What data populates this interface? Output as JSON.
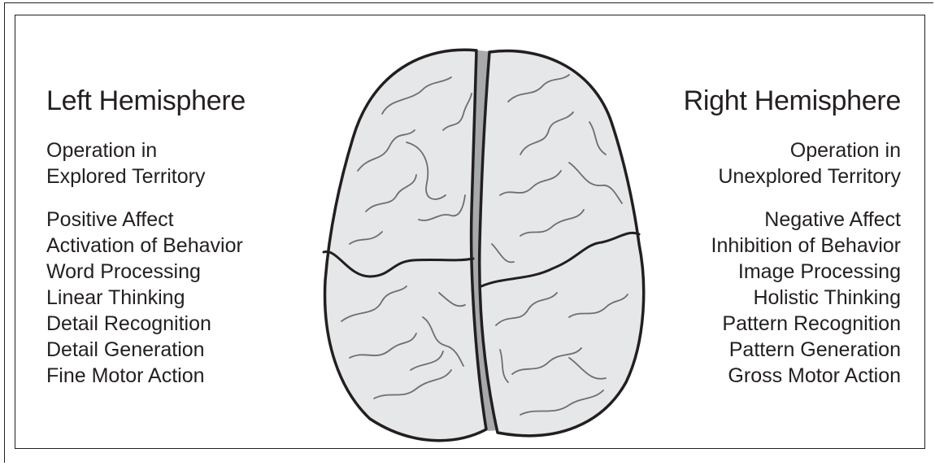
{
  "left": {
    "title": "Left Hemisphere",
    "territory": [
      "Operation in",
      "Explored Territory"
    ],
    "traits": [
      "Positive Affect",
      "Activation of Behavior",
      "Word Processing",
      "Linear Thinking",
      "Detail Recognition",
      "Detail Generation",
      "Fine Motor Action"
    ]
  },
  "right": {
    "title": "Right Hemisphere",
    "territory": [
      "Operation in",
      "Unexplored Territory"
    ],
    "traits": [
      "Negative Affect",
      "Inhibition of Behavior",
      "Image Processing",
      "Holistic Thinking",
      "Pattern Recognition",
      "Pattern Generation",
      "Gross Motor Action"
    ]
  },
  "colors": {
    "brain_fill": "#e6e7e8",
    "fissure": "#a7a9ac",
    "outline": "#231f20",
    "gyri": "#6d6e71"
  }
}
